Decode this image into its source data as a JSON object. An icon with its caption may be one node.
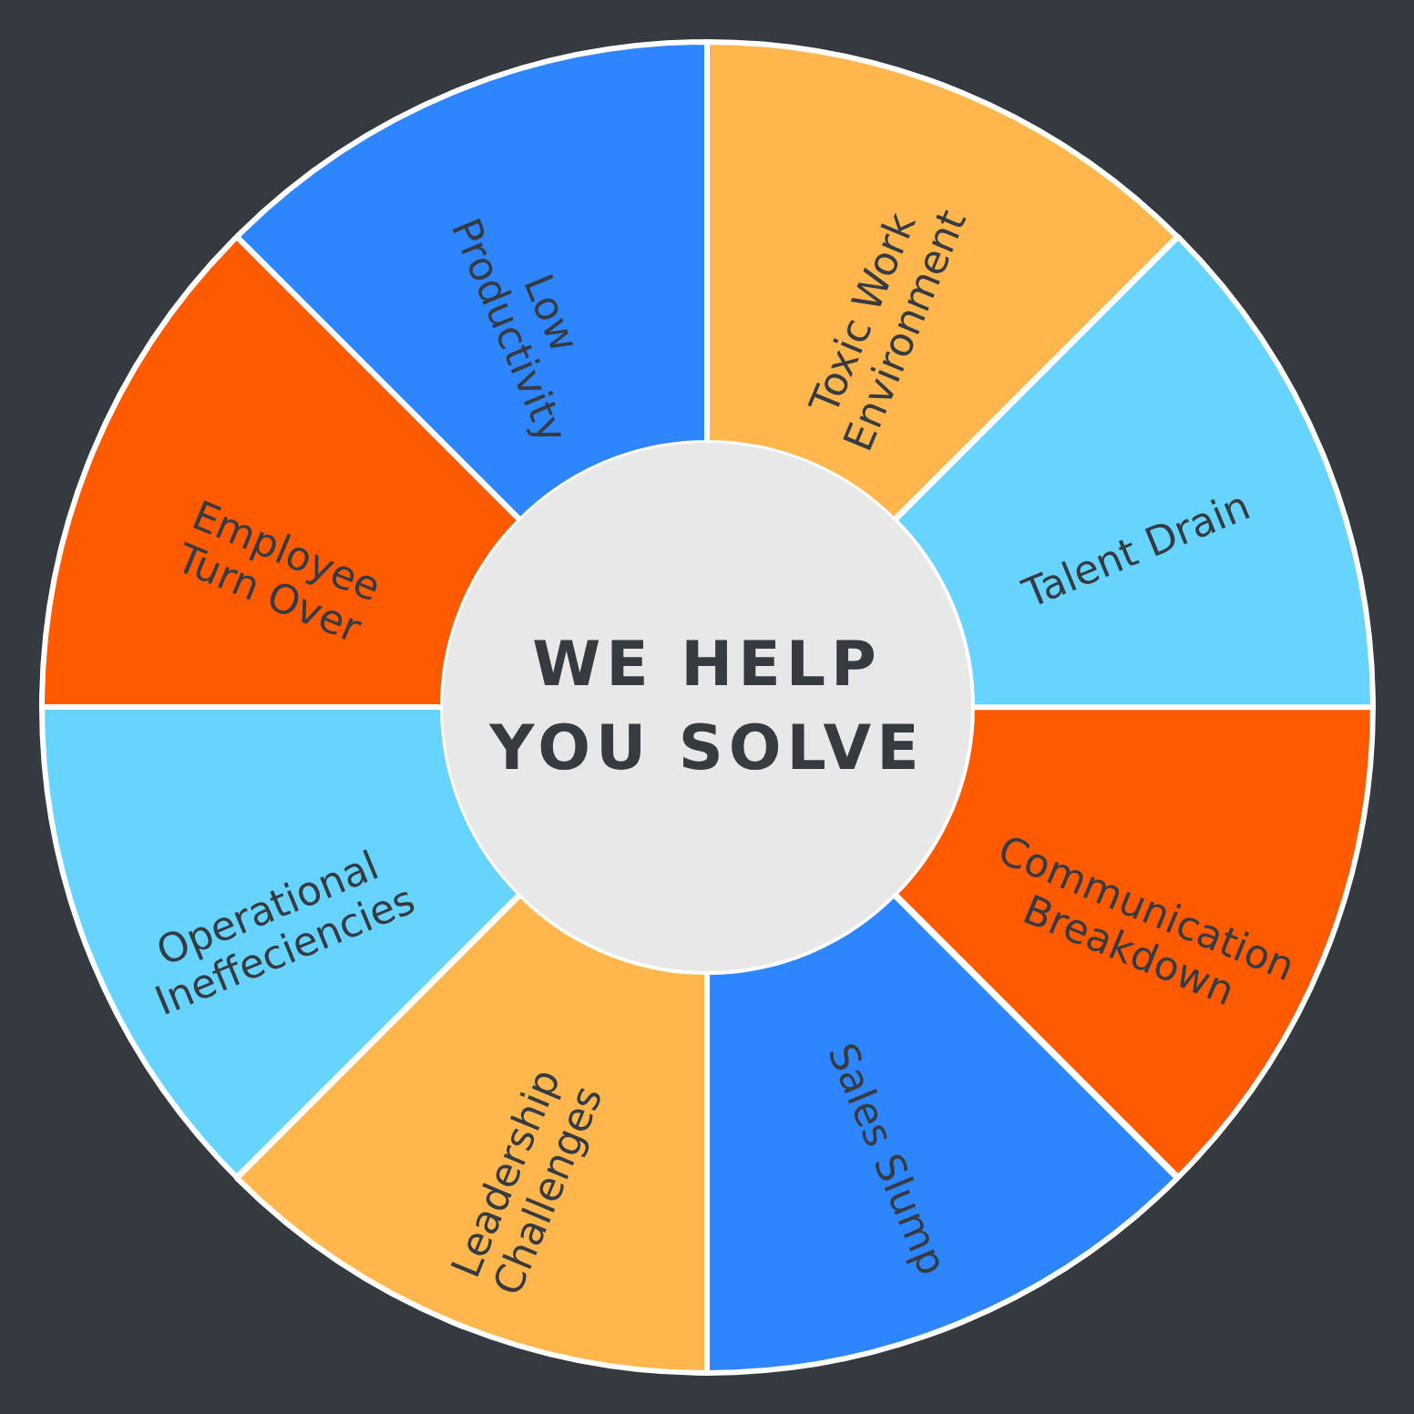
{
  "diagram": {
    "nodes": [
      {
        "text": [
          "WE HELP YOU SOLVE"
        ]
      },
      {
        "text": [
          "Toxic Work Environment"
        ]
      },
      {
        "text": [
          "Talent Drain"
        ]
      },
      {
        "text": [
          "Communication Breakdown"
        ]
      },
      {
        "text": [
          "Sales Slump"
        ]
      },
      {
        "text": [
          "Leadership Challenges"
        ]
      },
      {
        "text": [
          "Operational Ineffeciencies"
        ]
      },
      {
        "text": [
          "Employee Turn Over"
        ]
      },
      {
        "text": [
          "Low Productivity"
        ]
      }
    ]
  }
}
